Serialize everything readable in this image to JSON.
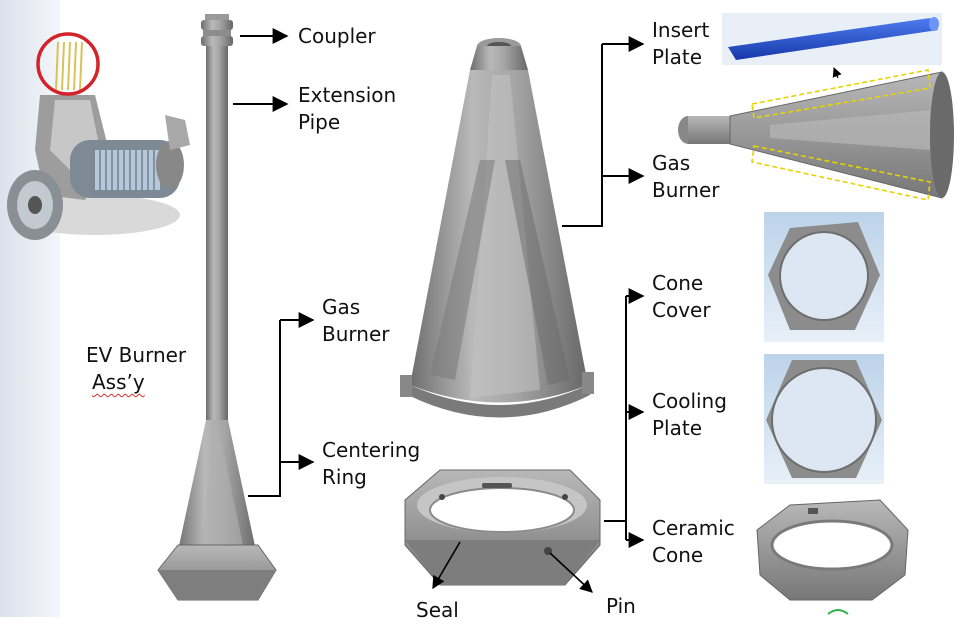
{
  "labels": {
    "coupler": "Coupler",
    "extension_pipe": "Extension\nPipe",
    "gas_burner_left": "Gas\nBurner",
    "centering_ring": "Centering\nRing",
    "ev_burner_line1": "EV Burner",
    "ev_burner_line2": "Ass’y",
    "insert_plate": "Insert\nPlate",
    "gas_burner_right": "Gas\nBurner",
    "cone_cover": "Cone\nCover",
    "cooling_plate": "Cooling\nPlate",
    "ceramic_cone": "Ceramic\nCone",
    "seal": "Seal",
    "pin": "Pin"
  },
  "colors": {
    "part_gray": "#8e8e8e",
    "part_light": "#c9c9c9",
    "part_dark": "#5e5e5e",
    "highlight_circle": "#d2232a",
    "insert_plate_blue": "#1f4fd0",
    "dashed_outline": "#e6d400",
    "left_strip": "#e4e9f0"
  },
  "icons": [
    "turbine-cutaway-image",
    "arrow-icon"
  ]
}
